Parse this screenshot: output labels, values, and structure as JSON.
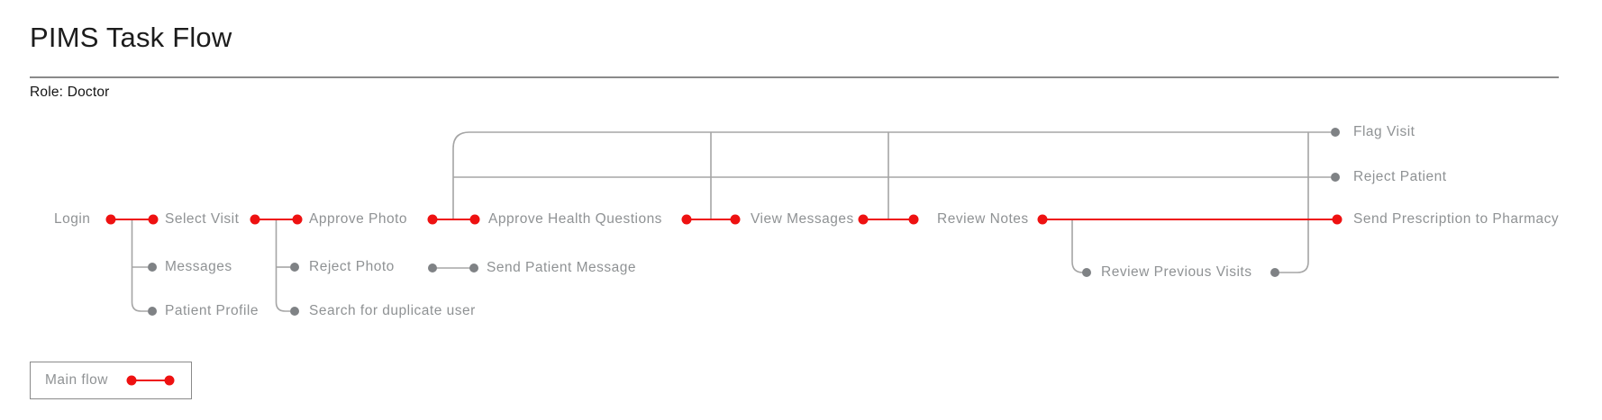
{
  "header": {
    "title": "PIMS Task Flow",
    "role": "Role: Doctor"
  },
  "legend": {
    "label": "Main flow"
  },
  "colors": {
    "main_flow_red": "#ee1111",
    "line_gray": "#a5a5a5",
    "dot_gray": "#7f8285",
    "label_gray": "#8f9294",
    "heading_dark": "#1c1c1c"
  },
  "flow": {
    "nodes": {
      "login": {
        "label": "Login"
      },
      "select_visit": {
        "label": "Select Visit"
      },
      "approve_photo": {
        "label": "Approve Photo"
      },
      "approve_health_questions": {
        "label": "Approve Health Questions"
      },
      "view_messages": {
        "label": "View Messages"
      },
      "review_notes": {
        "label": "Review Notes"
      },
      "send_prescription": {
        "label": "Send Prescription to Pharmacy"
      },
      "flag_visit": {
        "label": "Flag Visit"
      },
      "reject_patient": {
        "label": "Reject Patient"
      },
      "messages": {
        "label": "Messages"
      },
      "patient_profile": {
        "label": "Patient Profile"
      },
      "reject_photo": {
        "label": "Reject Photo"
      },
      "search_duplicate_user": {
        "label": "Search for duplicate user"
      },
      "send_patient_message": {
        "label": "Send Patient Message"
      },
      "review_previous_visits": {
        "label": "Review Previous Visits"
      }
    },
    "main_flow_sequence": [
      "Login",
      "Select Visit",
      "Approve Photo",
      "Approve Health Questions",
      "View Messages",
      "Review Notes",
      "Send Prescription to Pharmacy"
    ],
    "branches": {
      "from_select_visit": [
        "Messages",
        "Patient Profile"
      ],
      "from_approve_photo": [
        "Reject Photo",
        "Search for duplicate user"
      ],
      "near_approve_health_questions": [
        "Send Patient Message"
      ],
      "from_review_notes": [
        "Review Previous Visits"
      ],
      "top_outcomes": [
        "Flag Visit",
        "Reject Patient"
      ]
    }
  }
}
